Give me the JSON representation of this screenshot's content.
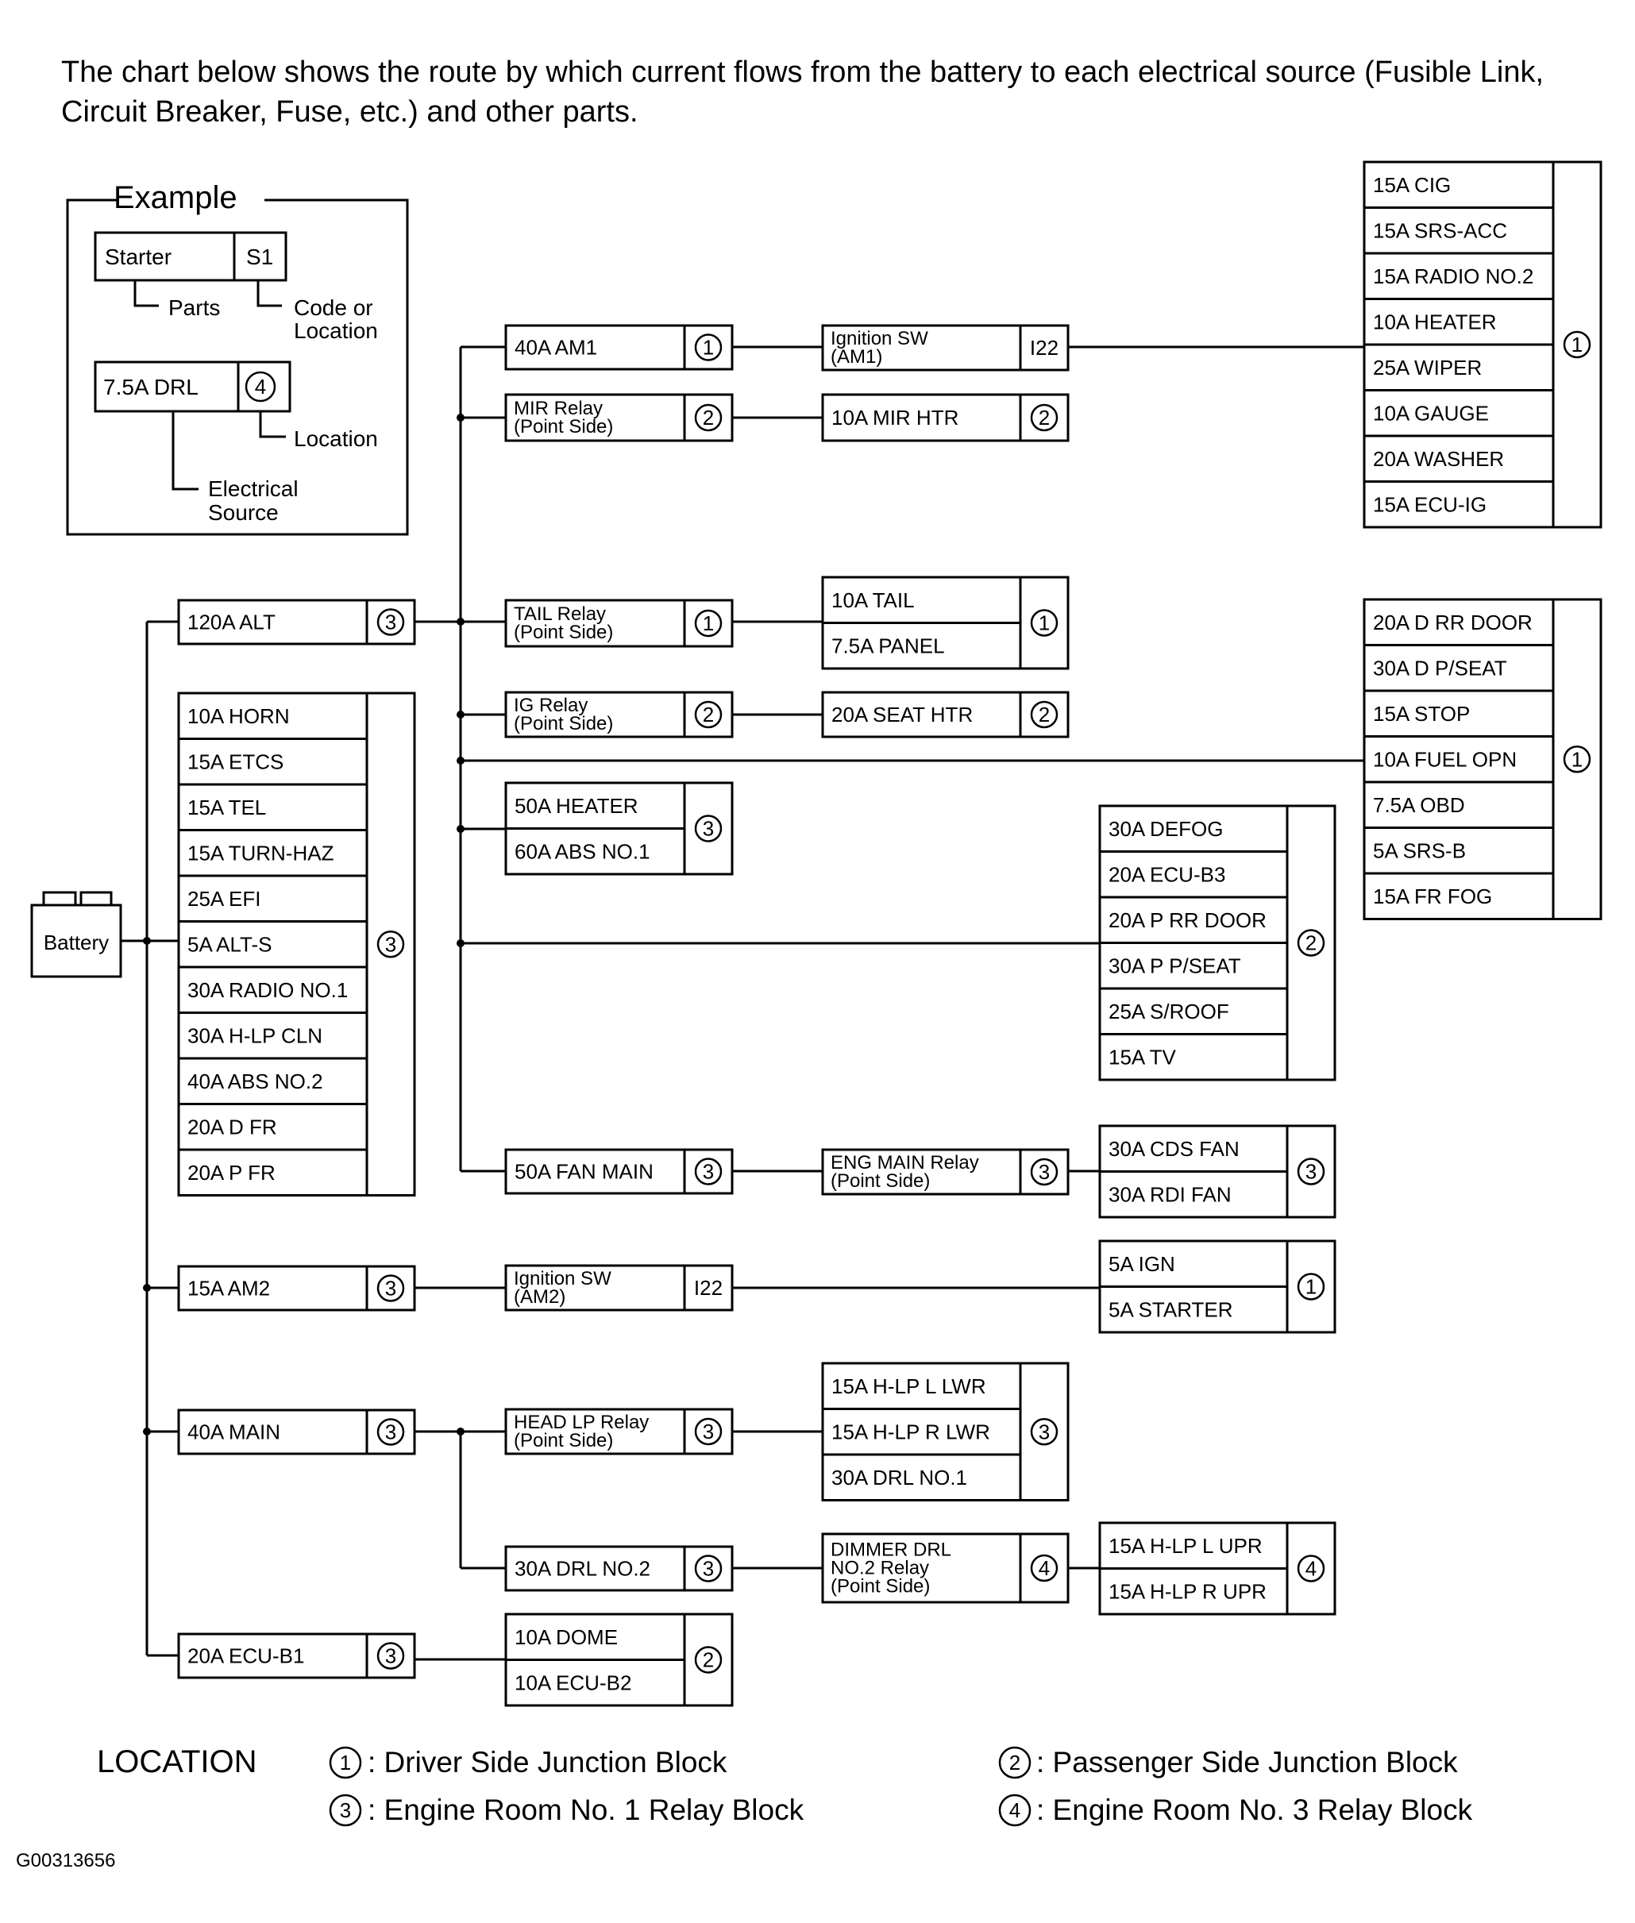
{
  "intro": "The chart below shows the route by which current flows from the battery to each electrical source (Fusible Link, Circuit Breaker, Fuse, etc.) and other parts.",
  "example": {
    "title": "Example",
    "part_name": "Starter",
    "part_code": "S1",
    "parts_label": "Parts",
    "code_label_1": "Code or",
    "code_label_2": "Location",
    "source_name": "7.5A DRL",
    "source_loc": "4",
    "location_label": "Location",
    "source_label_1": "Electrical",
    "source_label_2": "Source"
  },
  "battery": "Battery",
  "col1": {
    "alt": {
      "name": "120A ALT",
      "loc": "3"
    },
    "fuse_block": {
      "loc": "3",
      "items": [
        "10A HORN",
        "15A ETCS",
        "15A TEL",
        "15A TURN-HAZ",
        "25A EFI",
        "5A ALT-S",
        "30A RADIO NO.1",
        "30A H-LP CLN",
        "40A ABS NO.2",
        "20A D FR",
        "20A P FR"
      ]
    },
    "am2": {
      "name": "15A AM2",
      "loc": "3"
    },
    "main": {
      "name": "40A MAIN",
      "loc": "3"
    },
    "ecu_b1": {
      "name": "20A ECU-B1",
      "loc": "3"
    }
  },
  "col2": {
    "am1": {
      "name": "40A AM1",
      "loc": "1"
    },
    "mir_relay": {
      "line1": "MIR Relay",
      "line2": "(Point Side)",
      "loc": "2"
    },
    "tail_relay": {
      "line1": "TAIL Relay",
      "line2": "(Point Side)",
      "loc": "1"
    },
    "ig_relay": {
      "line1": "IG Relay",
      "line2": "(Point Side)",
      "loc": "2"
    },
    "heater_block": {
      "loc": "3",
      "items": [
        "50A HEATER",
        "60A ABS NO.1"
      ]
    },
    "fan_main": {
      "name": "50A FAN MAIN",
      "loc": "3"
    },
    "ign_sw_am2": {
      "line1": "Ignition SW",
      "line2": "(AM2)",
      "code": "I22"
    },
    "head_lp_relay": {
      "line1": "HEAD LP Relay",
      "line2": "(Point Side)",
      "loc": "3"
    },
    "drl_no2": {
      "name": "30A DRL NO.2",
      "loc": "3"
    },
    "dome_block": {
      "loc": "2",
      "items": [
        "10A DOME",
        "10A ECU-B2"
      ]
    }
  },
  "col3": {
    "ign_sw_am1": {
      "line1": "Ignition SW",
      "line2": "(AM1)",
      "code": "I22"
    },
    "mir_htr": {
      "name": "10A MIR HTR",
      "loc": "2"
    },
    "tail_block": {
      "loc": "1",
      "items": [
        "10A TAIL",
        "7.5A PANEL"
      ]
    },
    "seat_htr": {
      "name": "20A SEAT HTR",
      "loc": "2"
    },
    "eng_main_relay": {
      "line1": "ENG MAIN Relay",
      "line2": "(Point Side)",
      "loc": "3"
    },
    "hlp_lwr_block": {
      "loc": "3",
      "items": [
        "15A H-LP L LWR",
        "15A H-LP R LWR",
        "30A DRL NO.1"
      ]
    },
    "dimmer_relay": {
      "line1": "DIMMER DRL",
      "line2": "NO.2 Relay",
      "line3": "(Point Side)",
      "loc": "4"
    }
  },
  "col4": {
    "pass_block": {
      "loc": "2",
      "items": [
        "30A DEFOG",
        "20A ECU-B3",
        "20A P RR DOOR",
        "30A P P/SEAT",
        "25A S/ROOF",
        "15A TV"
      ]
    },
    "fan_block": {
      "loc": "3",
      "items": [
        "30A CDS FAN",
        "30A RDI FAN"
      ]
    },
    "ign_block": {
      "loc": "1",
      "items": [
        "5A IGN",
        "5A STARTER"
      ]
    },
    "upr_block": {
      "loc": "4",
      "items": [
        "15A H-LP L UPR",
        "15A H-LP R UPR"
      ]
    }
  },
  "col5": {
    "acc_block": {
      "loc": "1",
      "items": [
        "15A CIG",
        "15A SRS-ACC",
        "15A RADIO NO.2",
        "10A HEATER",
        "25A WIPER",
        "10A GAUGE",
        "20A WASHER",
        "15A ECU-IG"
      ]
    },
    "door_block": {
      "loc": "1",
      "items": [
        "20A D RR DOOR",
        "30A D P/SEAT",
        "15A STOP",
        "10A FUEL OPN",
        "7.5A OBD",
        "5A SRS-B",
        "15A FR FOG"
      ]
    }
  },
  "location_legend": {
    "title": "LOCATION",
    "items": [
      {
        "num": "1",
        "text": ": Driver Side Junction Block"
      },
      {
        "num": "2",
        "text": ": Passenger Side Junction Block"
      },
      {
        "num": "3",
        "text": ": Engine Room No. 1 Relay Block"
      },
      {
        "num": "4",
        "text": ": Engine Room No. 3 Relay Block"
      }
    ]
  },
  "figure_code": "G00313656"
}
